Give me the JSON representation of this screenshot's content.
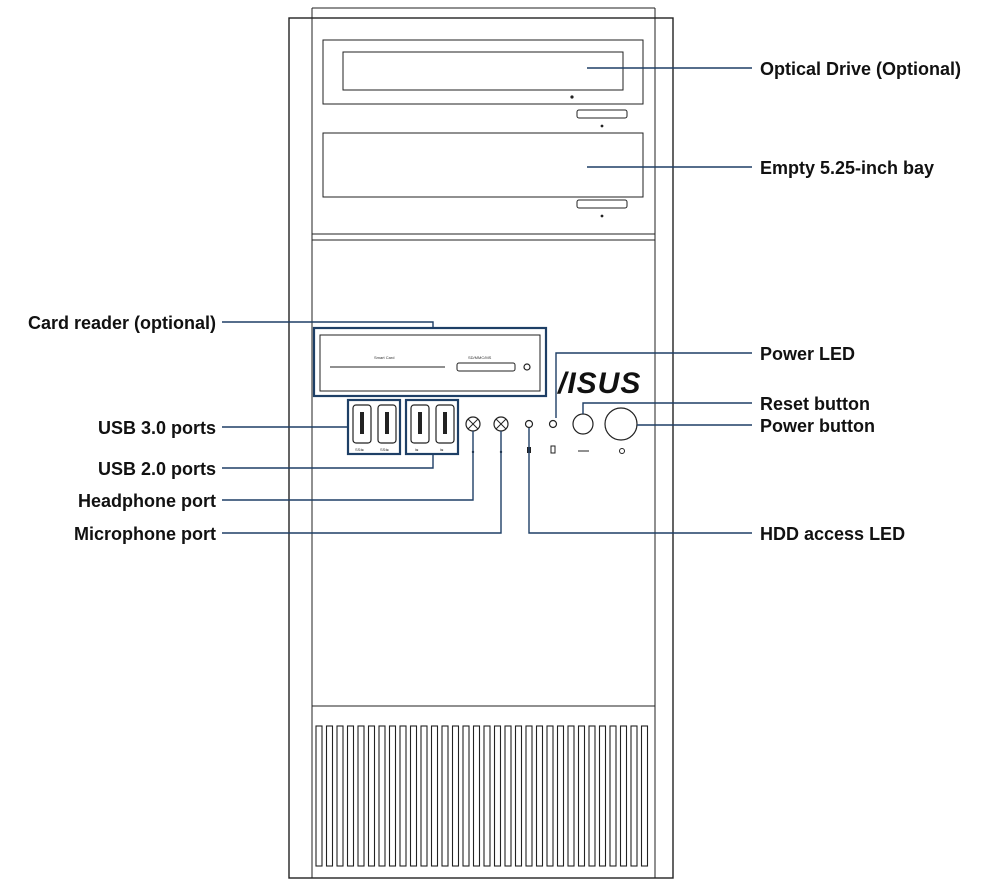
{
  "diagram": {
    "brand_logo": "/ISUS",
    "card_reader_slots": {
      "smart_card": "Smart Card",
      "sd_mmc": "SD/MMC/MS"
    },
    "callouts": {
      "optical_drive": "Optical Drive (Optional)",
      "empty_bay": "Empty 5.25-inch bay",
      "card_reader": "Card reader (optional)",
      "power_led": "Power LED",
      "reset_button": "Reset button",
      "power_button": "Power button",
      "usb3": "USB 3.0 ports",
      "usb2": "USB 2.0 ports",
      "headphone": "Headphone port",
      "microphone": "Microphone port",
      "hdd_led": "HDD access LED"
    }
  }
}
